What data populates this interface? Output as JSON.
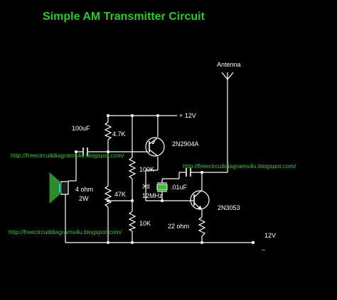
{
  "diagram": {
    "title": "Simple AM Transmitter Circuit",
    "antenna_label": "Antenna",
    "supply_label": "+ 12V",
    "components": {
      "c1": "100uF",
      "r1": "4.7K",
      "q1": "2N2904A",
      "r2": "100K",
      "r3": "47K",
      "r4": "10K",
      "xtal": "Xtl",
      "xtal_freq": "12MHz",
      "c2": ".01uF",
      "q2": "2N3053",
      "r5": "22 ohm",
      "speaker_ohm": "4 ohm",
      "speaker_watt": "2W"
    },
    "supply_bottom_plus": "12V",
    "supply_bottom_minus": "_",
    "watermarks": [
      "http://freecircuitdiagrams4u.blogspot.com/",
      "http://freecircuitdiagrams4u.blogspot.com/",
      "http://freecircuitdiagrams4u.blogspot.com/"
    ],
    "colors": {
      "background": "#000000",
      "wire": "#ffffff",
      "title": "#2ec82e",
      "speaker": "#2e8b2e",
      "crystal": "#2ec82e"
    }
  }
}
